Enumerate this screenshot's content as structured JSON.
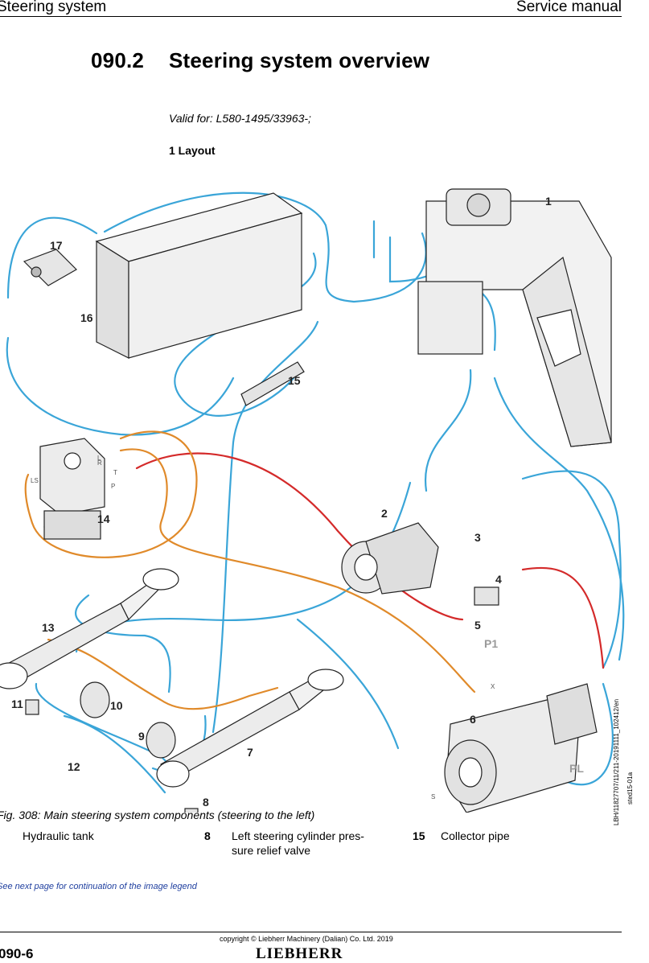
{
  "header": {
    "left": "Steering system",
    "right": "Service manual"
  },
  "section": {
    "number": "090.2",
    "title": "Steering system overview"
  },
  "valid_for": "Valid for: L580-1495/33963-;",
  "subheading": "1 Layout",
  "figure": {
    "callouts": [
      "1",
      "2",
      "3",
      "4",
      "5",
      "6",
      "7",
      "8",
      "9",
      "10",
      "11",
      "12",
      "13",
      "14",
      "15",
      "16",
      "17"
    ],
    "port_labels": {
      "p1": "P1",
      "pl": "PL",
      "ls": "LS",
      "p": "P",
      "s": "S",
      "l": "L",
      "r": "R",
      "t": "T",
      "x": "X"
    },
    "side_code": "sted15-01a",
    "doc_code": "LBH/11827707/11/211-20191111_102412/en"
  },
  "caption": "Fig. 308: Main steering system components (steering to the left)",
  "legend": [
    {
      "num": "",
      "text": "Hydraulic tank"
    },
    {
      "num": "8",
      "text": "Left steering cylinder pres-sure relief valve"
    },
    {
      "num": "15",
      "text": "Collector pipe"
    }
  ],
  "see_next": "See next page for continuation of the image legend",
  "footer": {
    "copyright": "copyright © Liebherr Machinery (Dalian) Co. Ltd. 2019",
    "page": "090-6",
    "brand": "LIEBHERR"
  },
  "colors": {
    "pilot_line": "#3aa5d8",
    "pressure_line": "#d42a2a",
    "ls_line": "#e08a2a"
  }
}
